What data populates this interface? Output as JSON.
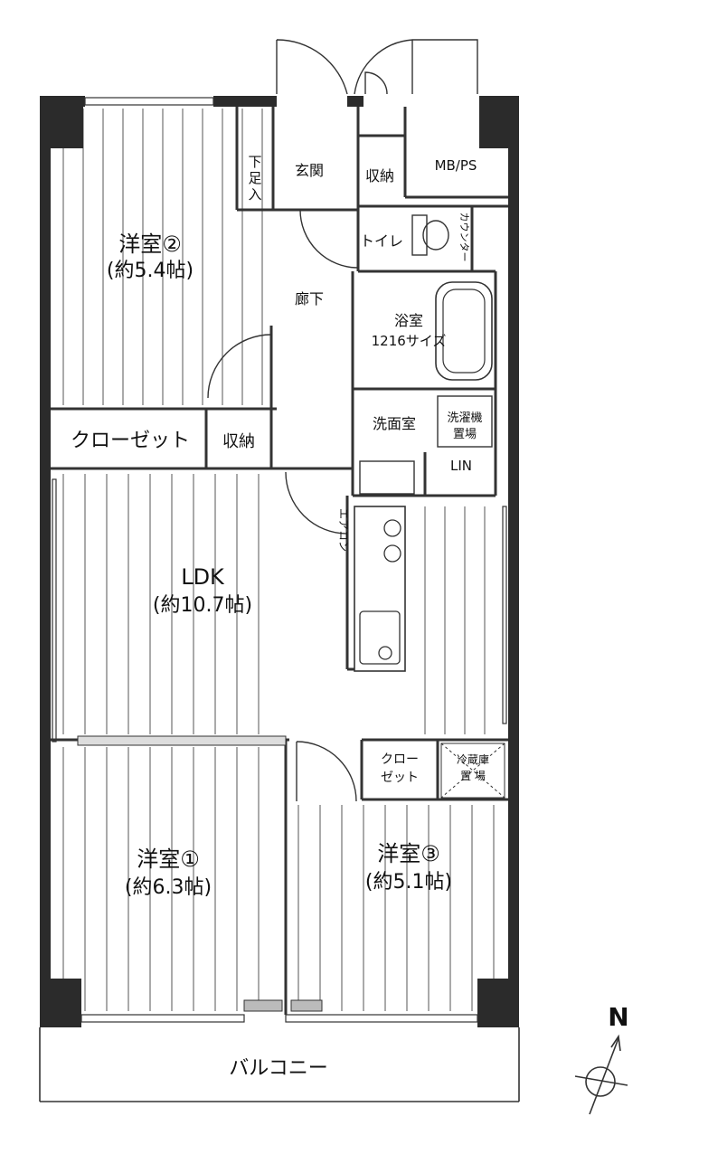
{
  "rooms": {
    "western2": {
      "name": "洋室②",
      "size": "(約5.4帖)"
    },
    "ldk": {
      "name": "LDK",
      "size": "(約10.7帖)"
    },
    "western1": {
      "name": "洋室①",
      "size": "(約6.3帖)"
    },
    "western3": {
      "name": "洋室③",
      "size": "(約5.1帖)"
    },
    "closet_large": "クローゼット",
    "storage_hall": "収納",
    "genkan": "玄関",
    "getabako": [
      "下",
      "足",
      "入"
    ],
    "storage_entry": "収納",
    "mbps": "MB/PS",
    "toilet": "トイレ",
    "counter": "カウンター",
    "corridor": "廊下",
    "bath": {
      "name": "浴室",
      "size": "1216サイズ"
    },
    "washroom": "洗面室",
    "washer": [
      "洗濯機",
      "置場"
    ],
    "lin": "LIN",
    "aircon": "エアコン",
    "closet_small": [
      "クロー",
      "ゼット"
    ],
    "fridge": [
      "冷蔵庫",
      "置 場"
    ],
    "balcony": "バルコニー"
  },
  "compass": {
    "label": "N"
  },
  "colors": {
    "wall": "#2b2b2b",
    "line": "#333333",
    "floor": "#555555"
  }
}
